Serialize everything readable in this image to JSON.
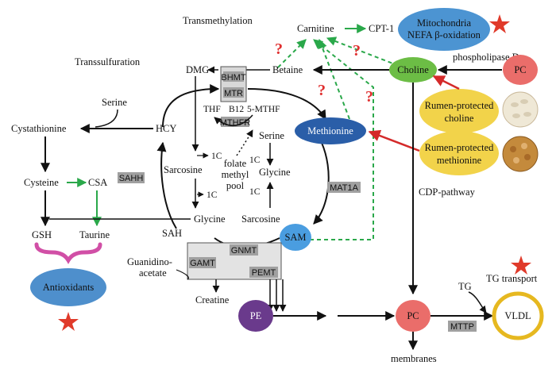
{
  "labels": {
    "transmethylation": "Transmethylation",
    "transsulfuration": "Transsulfuration",
    "carnitine": "Carnitine",
    "cpt1": "CPT-1",
    "mito_line1": "Mitochondria",
    "mito_line2": "NEFA β-oxidation",
    "phospholipase": "phospholipase D",
    "pc_top": "PC",
    "choline": "Choline",
    "betaine": "Betaine",
    "dmg": "DMG",
    "bhmt": "BHMT",
    "mtr": "MTR",
    "thf": "THF",
    "b12": "B12",
    "mthf": "5-MTHF",
    "mthfr": "MTHFR",
    "serine_left": "Serine",
    "cystathionine": "Cystathionine",
    "hcy": "HCY",
    "cysteine": "Cysteine",
    "csa": "CSA",
    "sahh": "SAHH",
    "gsh": "GSH",
    "taurine": "Taurine",
    "antioxidants": "Antioxidants",
    "sarcosine_upper": "Sarcosine",
    "one_c_a": "1C",
    "one_c_b": "1C",
    "one_c_c": "1C",
    "one_c_d": "1C",
    "folate1": "folate",
    "folate2": "methyl",
    "folate3": "pool",
    "serine_mid": "Serine",
    "glycine_upper": "Glycine",
    "glycine_lower": "Glycine",
    "sarcosine_lower": "Sarcosine",
    "methionine": "Methionine",
    "rp_choline1": "Rumen-protected",
    "rp_choline2": "choline",
    "rp_methionine1": "Rumen-protected",
    "rp_methionine2": "methionine",
    "mat1a": "MAT1A",
    "cdp": "CDP-pathway",
    "sah": "SAH",
    "sam": "SAM",
    "gnmt": "GNMT",
    "gamt": "GAMT",
    "pemt": "PEMT",
    "guan1": "Guanidino-",
    "guan2": "acetate",
    "creatine": "Creatine",
    "pe": "PE",
    "pc_bottom": "PC",
    "tg": "TG",
    "tg_transport": "TG transport",
    "mttp": "MTTP",
    "vldl": "VLDL",
    "membranes": "membranes",
    "question": "?"
  },
  "colors": {
    "red_arrow": "#d42a2a",
    "green_arrow": "#2aa84a",
    "black_arrow": "#111111",
    "mito_fill": "#4c94d2",
    "choline_fill": "#6cbd45",
    "pc_fill": "#ea6d6a",
    "methionine_fill": "#2a5ea8",
    "sam_fill": "#4a9de0",
    "pe_fill": "#6a3a8c",
    "antiox_fill": "#4e8fcc",
    "rp_fill": "#f2d34a",
    "vldl_ring": "#e6b820",
    "enzyme_fill": "#a0a0a0",
    "star": "#e03a2a",
    "bracket": "#d14fa6"
  }
}
